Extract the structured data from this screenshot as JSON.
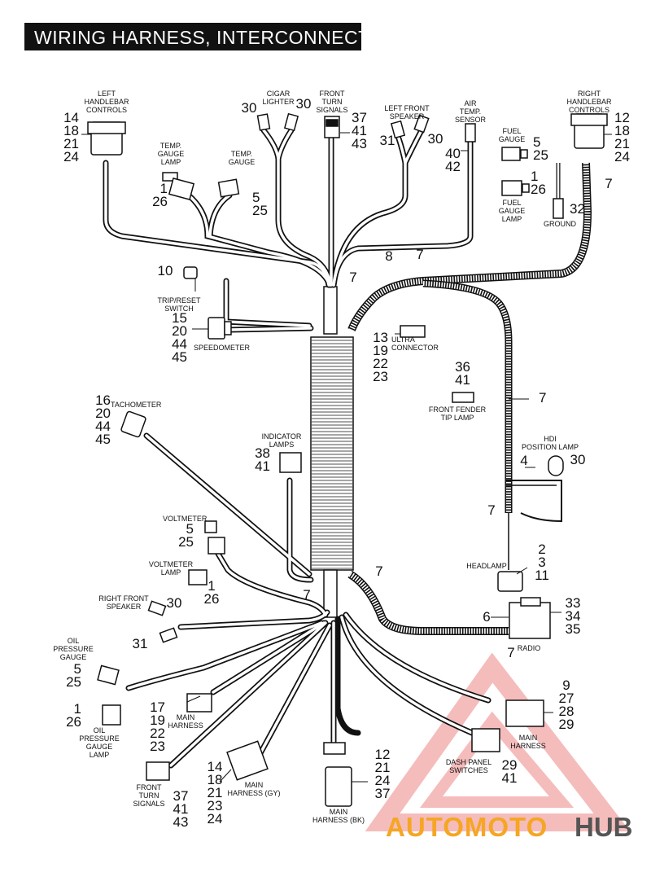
{
  "title": "WIRING HARNESS, INTERCONNECT",
  "watermark": {
    "part1": "AUTOMOTO",
    "part2": "HUB"
  },
  "colors": {
    "accent": "#f26d6d",
    "watermark_orange": "#f5a623",
    "watermark_red": "#e85a5a",
    "watermark_gray": "#555555",
    "line": "#111111"
  },
  "labels": {
    "left_handlebar": [
      "LEFT",
      "HANDLEBAR",
      "CONTROLS"
    ],
    "cigar_lighter": [
      "CIGAR",
      "LIGHTER"
    ],
    "front_turn_signals_top": [
      "FRONT",
      "TURN",
      "SIGNALS"
    ],
    "left_front_speaker": [
      "LEFT FRONT",
      "SPEAKER"
    ],
    "air_temp": [
      "AIR",
      "TEMP.",
      "SENSOR"
    ],
    "right_handlebar": [
      "RIGHT",
      "HANDLEBAR",
      "CONTROLS"
    ],
    "temp_gauge_lamp": [
      "TEMP.",
      "GAUGE",
      "LAMP"
    ],
    "temp_gauge": [
      "TEMP.",
      "GAUGE"
    ],
    "fuel_gauge": [
      "FUEL",
      "GAUGE"
    ],
    "fuel_gauge_lamp": [
      "FUEL",
      "GAUGE",
      "LAMP"
    ],
    "ground": "GROUND",
    "trip_reset": [
      "TRIP/RESET",
      "SWITCH"
    ],
    "speedometer": "SPEEDOMETER",
    "ultra_connector": [
      "ULTRA",
      "CONNECTOR"
    ],
    "front_fender": [
      "FRONT FENDER",
      "TIP LAMP"
    ],
    "tachometer": "TACHOMETER",
    "indicator_lamps": [
      "INDICATOR",
      "LAMPS"
    ],
    "hdi_position": [
      "HDI",
      "POSITION LAMP"
    ],
    "voltmeter": "VOLTMETER",
    "voltmeter_lamp": [
      "VOLTMETER",
      "LAMP"
    ],
    "headlamp": "HEADLAMP",
    "right_front_speaker": [
      "RIGHT FRONT",
      "SPEAKER"
    ],
    "radio": "RADIO",
    "oil_pressure_gauge": [
      "OIL",
      "PRESSURE",
      "GAUGE"
    ],
    "oil_pressure_gauge_lamp": [
      "OIL",
      "PRESSURE",
      "GAUGE",
      "LAMP"
    ],
    "main_harness_left": [
      "MAIN",
      "HARNESS"
    ],
    "main_harness_right": [
      "MAIN",
      "HARNESS"
    ],
    "dash_panel": [
      "DASH PANEL",
      "SWITCHES"
    ],
    "front_turn_signals_bottom": [
      "FRONT",
      "TURN",
      "SIGNALS"
    ],
    "main_harness_gy": [
      "MAIN",
      "HARNESS (GY)"
    ],
    "main_harness_bk": [
      "MAIN",
      "HARNESS (BK)"
    ]
  },
  "callouts": {
    "left_handlebar": [
      "14",
      "18",
      "21",
      "24"
    ],
    "cigar_lighter_left": "30",
    "cigar_lighter_right": "30",
    "front_turn_signals_top": [
      "37",
      "41",
      "43"
    ],
    "left_front_speaker_left": "31",
    "left_front_speaker_right": "30",
    "air_temp": [
      "40",
      "42"
    ],
    "right_handlebar": [
      "12",
      "18",
      "21",
      "24"
    ],
    "right_handlebar_clip": "7",
    "temp_gauge_lamp": [
      "1",
      "26"
    ],
    "temp_gauge": [
      "5",
      "25"
    ],
    "fuel_gauge": [
      "5",
      "25"
    ],
    "fuel_gauge_lamp": [
      "1",
      "26"
    ],
    "ground": "32",
    "trip_reset": "10",
    "clip_top_center": "7",
    "clip_8": "8",
    "clip_top_right": "7",
    "speedometer": [
      "15",
      "20",
      "44",
      "45"
    ],
    "ultra_connector": [
      "13",
      "19",
      "22",
      "23"
    ],
    "front_fender": [
      "36",
      "41"
    ],
    "front_fender_clip": "7",
    "tachometer": [
      "16",
      "20",
      "44",
      "45"
    ],
    "indicator_lamps": [
      "38",
      "41"
    ],
    "hdi_position": "30",
    "hdi_clip": "4",
    "clip_hdi_bracket": "7",
    "voltmeter": [
      "5",
      "25"
    ],
    "voltmeter_lamp": [
      "1",
      "26"
    ],
    "headlamp": [
      "2",
      "3",
      "11"
    ],
    "clip_bottom_center_right": "7",
    "clip_bottom_center_left": "7",
    "right_front_speaker_top": "30",
    "right_front_speaker_bottom": "31",
    "radio_screw": "6",
    "radio": [
      "33",
      "34",
      "35"
    ],
    "radio_clip": "7",
    "oil_pressure_gauge": [
      "5",
      "25"
    ],
    "oil_pressure_gauge_lamp": [
      "1",
      "26"
    ],
    "main_harness_left": [
      "17",
      "19",
      "22",
      "23"
    ],
    "main_harness_right": [
      "9",
      "27",
      "28",
      "29"
    ],
    "dash_panel": [
      "29",
      "41"
    ],
    "front_turn_signals_bottom": [
      "37",
      "41",
      "43"
    ],
    "main_harness_gy": [
      "14",
      "18",
      "21",
      "23",
      "24"
    ],
    "main_harness_bk": [
      "12",
      "21",
      "24",
      "37"
    ]
  }
}
